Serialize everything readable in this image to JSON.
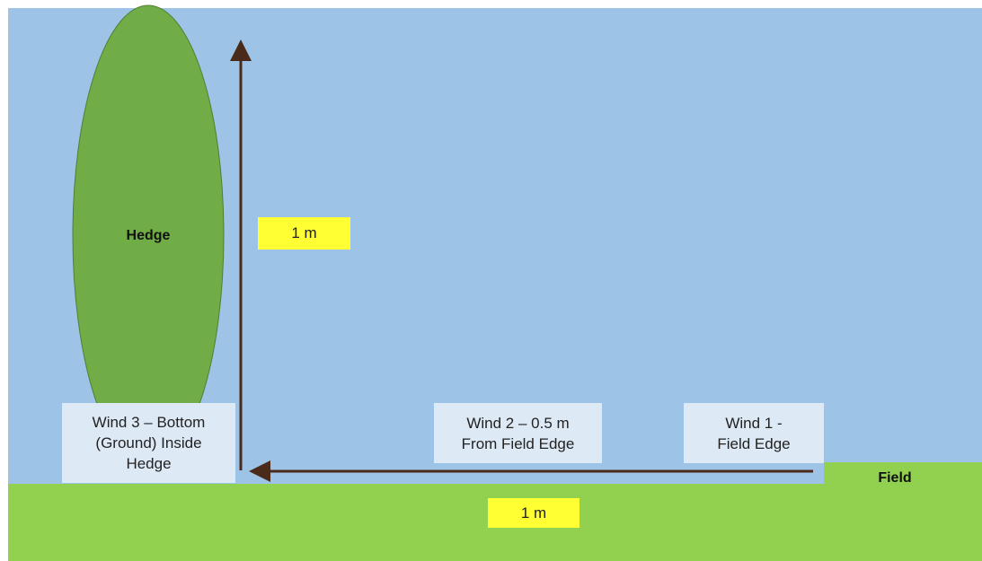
{
  "colors": {
    "sky": "#9dc3e6",
    "ground": "#92d050",
    "hedge": "#70ad47",
    "hedge_outline": "#507e32",
    "arrow": "#4a2a1a",
    "label_box": "#dde9f5",
    "measure_box": "#ffff33"
  },
  "hedge": {
    "label": "Hedge"
  },
  "field": {
    "label": "Field"
  },
  "measures": {
    "vertical": "1 m",
    "horizontal": "1 m"
  },
  "wind_labels": {
    "wind1": "Wind 1 -\nField Edge",
    "wind2": "Wind 2 – 0.5 m\nFrom Field Edge",
    "wind3": "Wind 3 – Bottom\n(Ground) Inside\nHedge"
  }
}
